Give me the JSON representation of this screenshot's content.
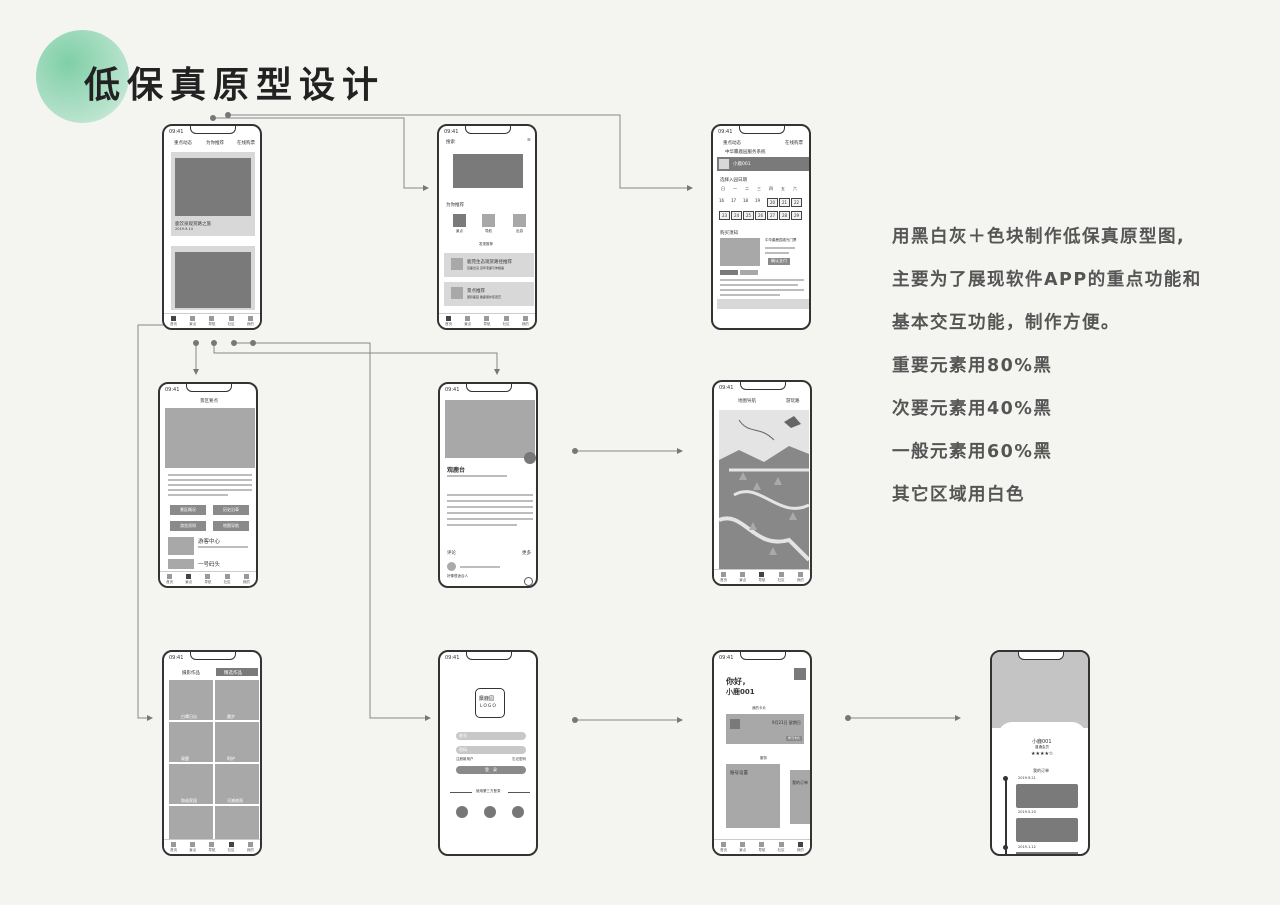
{
  "page": {
    "title": "低保真原型设计",
    "notes": [
      "用黑白灰＋色块制作低保真原型图,",
      "主要为了展现软件APP的重点功能和",
      "基本交互功能，制作方便。",
      "重要元素用80%黑",
      "次要元素用40%黑",
      "一般元素用60%黑",
      "其它区域用白色"
    ]
  },
  "status_time": "09:41",
  "home": {
    "tabs": [
      "重点动态",
      "为你推荐",
      "在线购票"
    ],
    "card1_caption": "鹿饮泉观赏路之旅",
    "card1_date": "2019.9.14"
  },
  "recommend": {
    "search": "搜索",
    "section": "为你推荐",
    "icons": [
      "景点",
      "导航",
      "出游"
    ],
    "divider": "发现推荐",
    "item1": "鹿苑生态观赏路径推荐",
    "item1_sub": "百鹿出没 百年老鹿与你相遇",
    "item2": "景点推荐",
    "item2_sub": "国际鹿园 麋鹿保护区观赏"
  },
  "ticket": {
    "tabs": [
      "重点动态",
      "在线购票"
    ],
    "park": "中华麋鹿园服务系统",
    "user": "小鹿001",
    "choose_date": "选择入园日期",
    "weekdays": [
      "日",
      "一",
      "二",
      "三",
      "四",
      "五",
      "六"
    ],
    "days": [
      "16",
      "17",
      "18",
      "19",
      "20",
      "21",
      "22",
      "23",
      "24",
      "25",
      "26",
      "27",
      "28",
      "29"
    ],
    "buy": "购买须知",
    "ticket_name": "中华麋鹿园观光门票",
    "pay": "确认支付"
  },
  "scenic": {
    "header": "景区要点",
    "buttons": [
      "景区概况",
      "历史沿革",
      "游览须知",
      "地图导航"
    ],
    "center": "游客中心",
    "dock": "一号码头"
  },
  "detail": {
    "name": "观鹿台",
    "comment": "评论",
    "more": "更多",
    "user": "好像很适合人"
  },
  "map": {
    "tabs": [
      "地图导航",
      "游玩路"
    ]
  },
  "gallery": {
    "tabs": [
      "摄影作品",
      "精选作品"
    ],
    "tiles": [
      "白鹭日出",
      "晨步",
      "观鹿",
      "呵护",
      "和谐家园",
      "河滩夜雨",
      "",
      ""
    ]
  },
  "login": {
    "logo_cn": "麋鹿园",
    "logo_en": "LOGO",
    "account": "账号",
    "password": "密码",
    "register": "注册新用户",
    "forgot": "忘记密码",
    "login": "登　录",
    "third": "使用第三方登录"
  },
  "profile": {
    "hello": "你好，",
    "name": "小鹿001",
    "card_title": "我的卡片",
    "card_date": "9月21日 星期日",
    "card_tag": "学习卡片",
    "service": "服务",
    "settings": "账号设置",
    "orders": "我的订单"
  },
  "orders": {
    "name": "小鹿001",
    "level": "普通会员",
    "stars": "★★★★✩",
    "title": "我的订单",
    "dates": [
      "2019.9.21",
      "2019.5.20",
      "2019.1.12"
    ]
  },
  "tabbar": [
    "首页",
    "景点",
    "导航",
    "社区",
    "我的"
  ]
}
